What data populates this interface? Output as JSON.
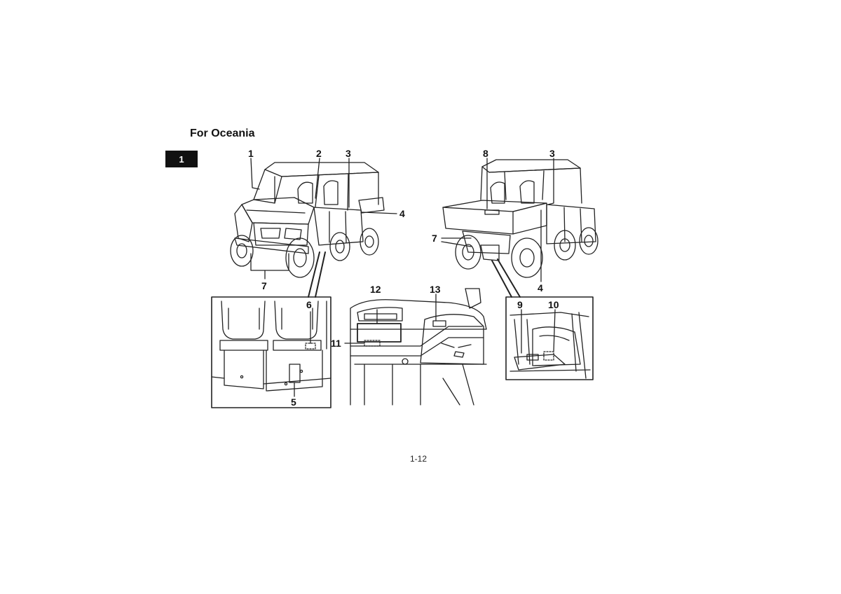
{
  "page": {
    "chapter_tab": "1",
    "section_title": "For Oceania",
    "page_number": "1-12"
  },
  "callouts": {
    "c1": "1",
    "c2": "2",
    "c3a": "3",
    "c4a": "4",
    "c7a": "7",
    "c8": "8",
    "c3b": "3",
    "c7b": "7",
    "c4b": "4",
    "c6": "6",
    "c5": "5",
    "c12": "12",
    "c13": "13",
    "c11": "11",
    "c9": "9",
    "c10": "10"
  }
}
